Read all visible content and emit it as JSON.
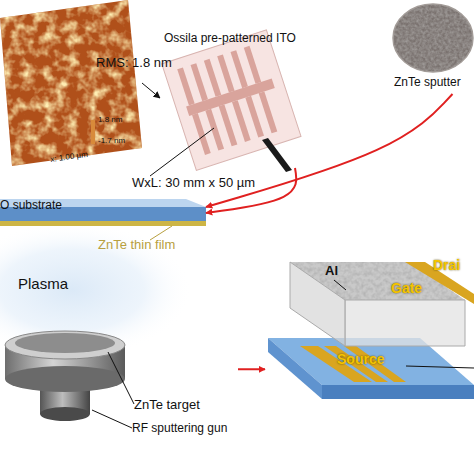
{
  "diagram": {
    "nodes": [
      {
        "text": [
          "ITO"
        ]
      },
      {
        "text": [
          "Ossila pre-patterned ITO"
        ]
      },
      {
        "text": [
          "ZnTe sputter"
        ]
      },
      {
        "text": [
          "O substrate"
        ]
      },
      {
        "text": [
          "ZnTe target",
          "RF sputtering gun"
        ]
      },
      {
        "text": [
          "Al",
          "Drai",
          "Gate",
          "Source"
        ]
      }
    ],
    "edges": [
      {
        "from": 0,
        "to": 1,
        "arrow": "to"
      },
      {
        "from": 1,
        "to": 3,
        "arrow": "to"
      },
      {
        "from": 2,
        "to": 3,
        "arrow": "to"
      },
      {
        "from": 4,
        "to": 5,
        "arrow": "to"
      }
    ],
    "labels": [
      "RMS: 1.8 nm",
      "1.8 nm",
      "-1.7 nm",
      "x: 1.00 µm",
      "WxL: 30 mm x 50 µm",
      "ZnTe thin film",
      "Plasma"
    ]
  }
}
